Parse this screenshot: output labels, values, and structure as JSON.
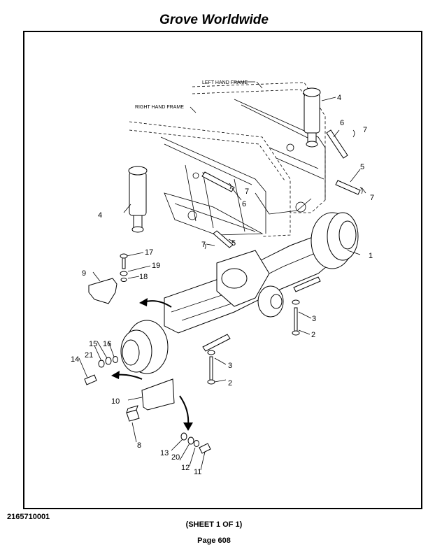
{
  "header": {
    "title": "Grove Worldwide"
  },
  "footer": {
    "doc_number": "2165710001",
    "sheet": "(SHEET 1 OF 1)",
    "page": "Page 608"
  },
  "diagram": {
    "frame_labels": {
      "left_hand_frame": "LEFT HAND FRAME",
      "right_hand_frame": "RIGHT HAND FRAME"
    },
    "callouts": {
      "c1": "1",
      "c2a": "2",
      "c2b": "2",
      "c3a": "3",
      "c3b": "3",
      "c4a": "4",
      "c4b": "4",
      "c5a": "5",
      "c5b": "5",
      "c6a": "6",
      "c6b": "6",
      "c7a": "7",
      "c7b": "7",
      "c7c": "7",
      "c7d": "7",
      "c8": "8",
      "c9": "9",
      "c10": "10",
      "c11": "11",
      "c12": "12",
      "c13": "13",
      "c14": "14",
      "c15": "15",
      "c16": "16",
      "c17": "17",
      "c18": "18",
      "c19": "19",
      "c20": "20",
      "c21": "21"
    }
  }
}
